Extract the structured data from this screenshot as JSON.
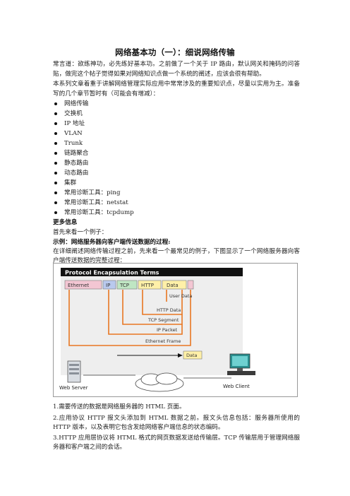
{
  "title": "网络基本功（一）：细说网络传输",
  "intro": [
    "常言道：欲练神功，必先练好基本功。之前做了一个关于 IP 路由，默认网关和掩码的问答贴，做完这个帖子觉得如果对网络知识点做一个系统的阐述，应该会很有帮助。",
    "本系列文章着重于讲解网络管理实际应用中常常涉及的重要知识点，尽量以实用为主。准备写的几个章节暂时有（可能会有增减）："
  ],
  "topics": [
    "网络传输",
    "交换机",
    "IP 地址",
    "VLAN",
    "Trunk",
    "链路聚合",
    "静态路由",
    "动态路由",
    "集群",
    "常用诊断工具：ping",
    "常用诊断工具：netstat",
    "常用诊断工具：tcpdump"
  ],
  "more_heading": "更多信息",
  "more_text": "首先来看一个例子：",
  "example_heading": "示例：网络服务器向客户端传送数据的过程:",
  "example_text": "在详细阐述网络传输过程之前，先来看一个最常见的例子，下图显示了一个网络服务器向客户端传送数据的完整过程：",
  "figure": {
    "title": "Protocol Encapsulation Terms",
    "segments": [
      "Ethernet",
      "IP",
      "TCP",
      "HTTP",
      "Data"
    ],
    "labels": [
      "User Data",
      "HTTP Data",
      "TCP Segment",
      "IP Packet",
      "Ethernet Frame"
    ],
    "data_box": "Data",
    "server_label": "Web Server",
    "client_label": "Web Client",
    "colors": {
      "ethernet": "#f3c6d3",
      "ip": "#b9c9ee",
      "tcp": "#bfe6c3",
      "http": "#fff0a8",
      "data": "#fff0a8",
      "bracket": "#e87722"
    }
  },
  "steps": [
    "1.需要传送的数据是网络服务器的 HTML 页面。",
    "2.应用协议 HTTP 报文头添加到 HTML 数据之前。报文头信息包括：服务器所使用的 HTTP 版本，以及表明它包含发给网络客户端信息的状态编码。",
    "3.HTTP 应用层协议将 HTML 格式的网页数据发送给传输层。TCP 传输层用于管理网络服务器和客户端之间的会话。"
  ]
}
